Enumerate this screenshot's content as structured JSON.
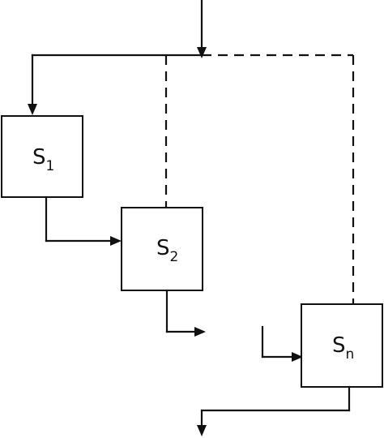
{
  "diagram": {
    "stages": [
      {
        "label": "S",
        "subscript": "1"
      },
      {
        "label": "S",
        "subscript": "2"
      },
      {
        "label": "S",
        "subscript": "n"
      }
    ]
  }
}
